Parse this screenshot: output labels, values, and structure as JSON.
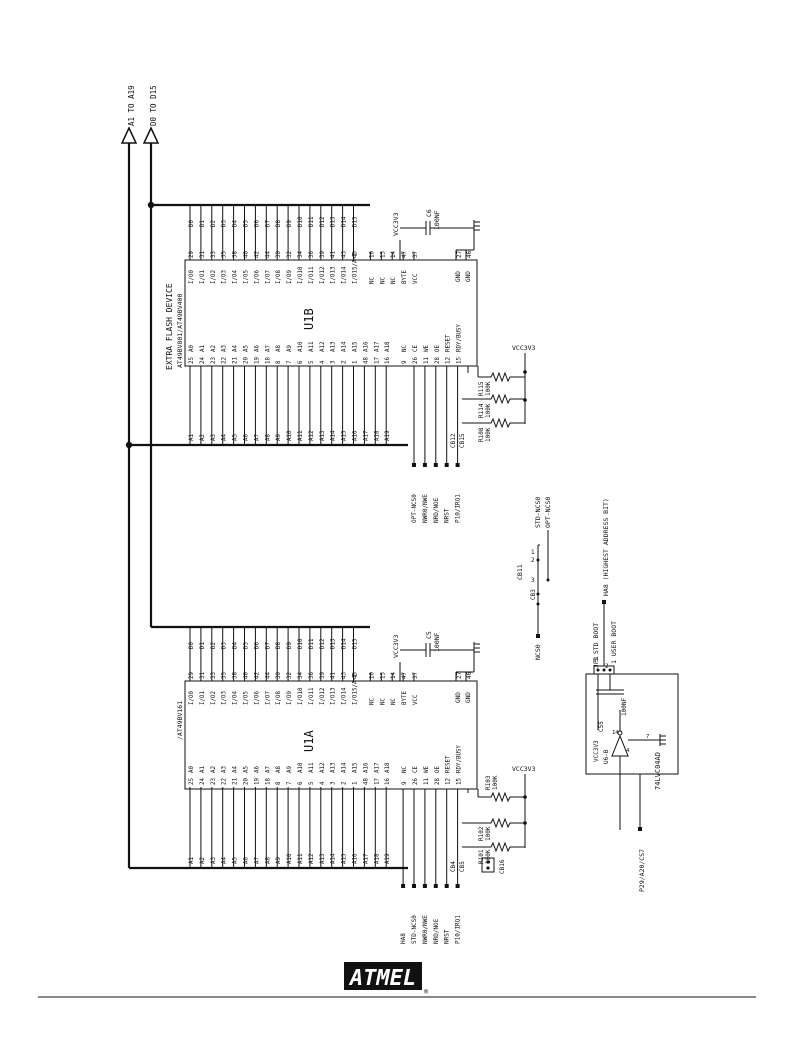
{
  "buses": {
    "a": "A1 TO A19",
    "d": "D0 TO D15"
  },
  "u1b": {
    "title": "EXTRA FLASH DEVICE",
    "part": "AT49BV801/AT49BV400",
    "ref": "U1B",
    "vcc_net": "VCC3V3",
    "cap_ref": "C6",
    "cap_val": "100NF",
    "gnd_pins": [
      "27",
      "46"
    ],
    "resistors": [
      {
        "ref": "R115",
        "val": "100K"
      },
      {
        "ref": "R114",
        "val": "100K"
      },
      {
        "ref": "R108",
        "val": "100K"
      }
    ],
    "jumpers": [
      "CB12",
      "CB15"
    ]
  },
  "u1a": {
    "part": "/AT49BV161",
    "ref": "U1A",
    "vcc_net": "VCC3V3",
    "cap_ref": "C5",
    "cap_val": "100NF",
    "gnd_pins": [
      "27",
      "46"
    ],
    "resistors": [
      {
        "ref": "R103",
        "val": "100K"
      },
      {
        "ref": "R102",
        "val": "100K"
      },
      {
        "ref": "R101",
        "val": "100K"
      }
    ],
    "jumpers": [
      "CB4",
      "CB5"
    ],
    "cb16": "CB16"
  },
  "address_pins": [
    {
      "name": "A1",
      "pin": "25",
      "label": "A0"
    },
    {
      "name": "A2",
      "pin": "24",
      "label": "A1"
    },
    {
      "name": "A3",
      "pin": "23",
      "label": "A2"
    },
    {
      "name": "A4",
      "pin": "22",
      "label": "A3"
    },
    {
      "name": "A5",
      "pin": "21",
      "label": "A4"
    },
    {
      "name": "A6",
      "pin": "20",
      "label": "A5"
    },
    {
      "name": "A7",
      "pin": "19",
      "label": "A6"
    },
    {
      "name": "A8",
      "pin": "18",
      "label": "A7"
    },
    {
      "name": "A9",
      "pin": "8",
      "label": "A8"
    },
    {
      "name": "A10",
      "pin": "7",
      "label": "A9"
    },
    {
      "name": "A11",
      "pin": "6",
      "label": "A10"
    },
    {
      "name": "A12",
      "pin": "5",
      "label": "A11"
    },
    {
      "name": "A13",
      "pin": "4",
      "label": "A12"
    },
    {
      "name": "A14",
      "pin": "3",
      "label": "A13"
    },
    {
      "name": "A15",
      "pin": "2",
      "label": "A14"
    },
    {
      "name": "A16",
      "pin": "1",
      "label": "A15"
    },
    {
      "name": "A17",
      "pin": "48",
      "label": "A16"
    },
    {
      "name": "A18",
      "pin": "17",
      "label": "A17"
    },
    {
      "name": "A19",
      "pin": "16",
      "label": "A18"
    }
  ],
  "data_pins": [
    {
      "name": "D0",
      "pin": "29",
      "label": "I/O0"
    },
    {
      "name": "D1",
      "pin": "31",
      "label": "I/O1"
    },
    {
      "name": "D2",
      "pin": "33",
      "label": "I/O2"
    },
    {
      "name": "D3",
      "pin": "35",
      "label": "I/O3"
    },
    {
      "name": "D4",
      "pin": "38",
      "label": "I/O4"
    },
    {
      "name": "D5",
      "pin": "40",
      "label": "I/O5"
    },
    {
      "name": "D6",
      "pin": "42",
      "label": "I/O6"
    },
    {
      "name": "D7",
      "pin": "44",
      "label": "I/O7"
    },
    {
      "name": "D8",
      "pin": "30",
      "label": "I/O8"
    },
    {
      "name": "D9",
      "pin": "32",
      "label": "I/O9"
    },
    {
      "name": "D10",
      "pin": "34",
      "label": "I/O10"
    },
    {
      "name": "D11",
      "pin": "36",
      "label": "I/O11"
    },
    {
      "name": "D12",
      "pin": "39",
      "label": "I/O12"
    },
    {
      "name": "D13",
      "pin": "41",
      "label": "I/O13"
    },
    {
      "name": "D14",
      "pin": "43",
      "label": "I/O14"
    },
    {
      "name": "D15",
      "pin": "45",
      "label": "I/O15/A-1"
    }
  ],
  "data_right_pins": [
    {
      "pin": "10",
      "label": "NC"
    },
    {
      "pin": "13",
      "label": "NC"
    },
    {
      "pin": "14",
      "label": "NC"
    },
    {
      "pin": "47",
      "label": "BYTE"
    },
    {
      "pin": "37",
      "label": "VCC"
    }
  ],
  "control_pins": [
    {
      "pin": "9",
      "label": "NC"
    },
    {
      "pin": "26",
      "label": "CE"
    },
    {
      "pin": "11",
      "label": "WE"
    },
    {
      "pin": "28",
      "label": "OE"
    },
    {
      "pin": "12",
      "label": "RESET"
    },
    {
      "pin": "15",
      "label": "RDY/BUSY"
    }
  ],
  "nets_b": [
    "OPT-NCS0",
    "NWR0/NWE",
    "NRD/NOE",
    "NRST",
    "P10/IRQ1"
  ],
  "nets_a": [
    "HA8",
    "STD-NCS0",
    "NWR0/NWE",
    "NRD/NOE",
    "NRST",
    "P10/IRQ1"
  ],
  "cb11": {
    "ref": "CB11",
    "pins": [
      "1",
      "2",
      "3"
    ],
    "out_std": "STD-NCS0",
    "out_opt": "OPT-NCS0",
    "in_net": "NCS0",
    "mid": "CB3"
  },
  "jp1": {
    "ref": "JP1",
    "std": "3 STD BOOT",
    "user": "1 USER BOOT",
    "pin2": "2",
    "ha8": "HA8 (HIGHEST ADDRESS BIT)"
  },
  "c55": {
    "ref": "C55",
    "val": "100NF",
    "net": "VCC3V3"
  },
  "u6": {
    "ref": "U6-B",
    "part": "74LVC04AD",
    "pin_in": "14",
    "pin_out": "7",
    "pin_in2": "4"
  },
  "p29": "P29/A20/CS7",
  "logo": "ATMEL"
}
